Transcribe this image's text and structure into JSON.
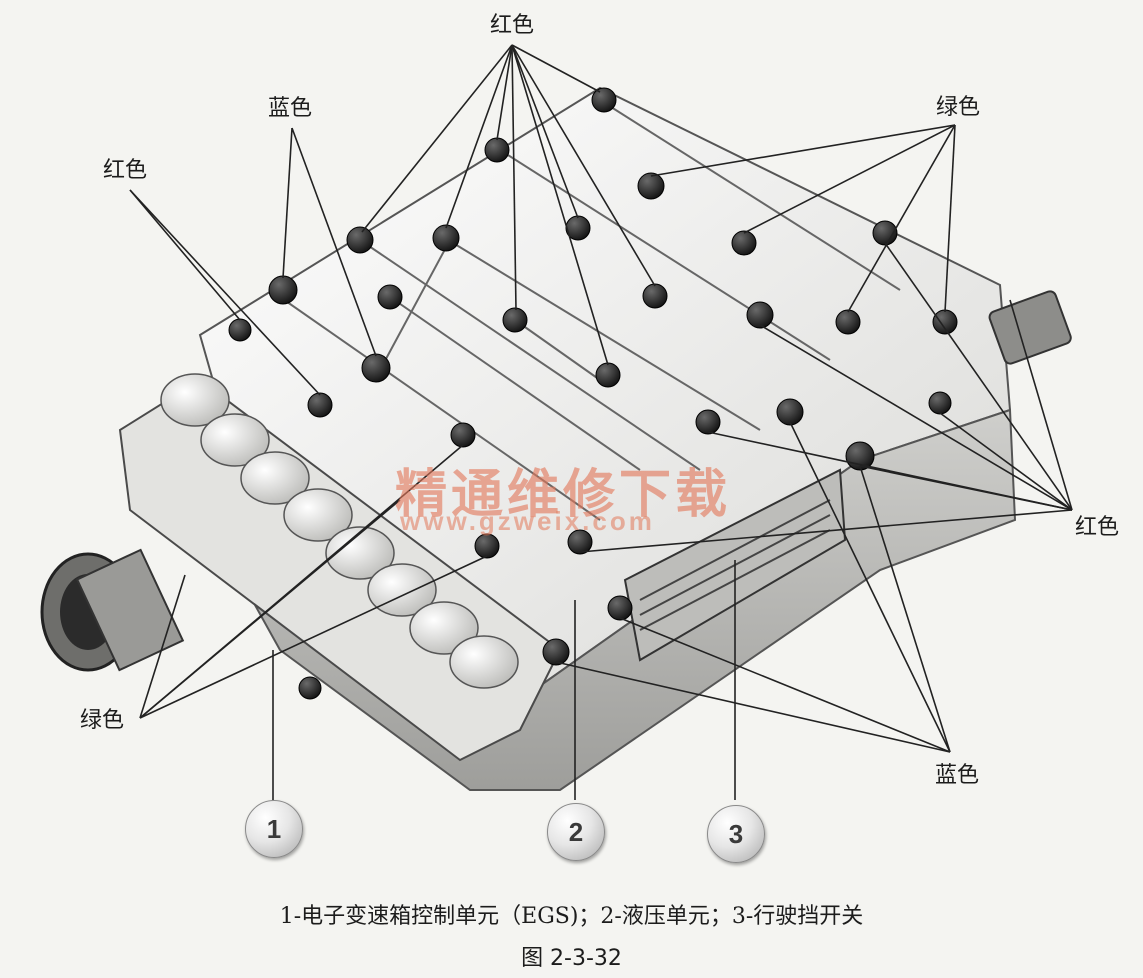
{
  "labels": {
    "red_top": "红色",
    "blue_top": "蓝色",
    "red_left": "红色",
    "green_right": "绿色",
    "red_right": "红色",
    "green_left": "绿色",
    "blue_bottom": "蓝色"
  },
  "callouts": [
    "1",
    "2",
    "3"
  ],
  "watermark": {
    "text_cn": "精通维修下载",
    "url": "www.gzweix.com"
  },
  "caption": "1-电子变速箱控制单元（EGS)；2-液压单元；3-行驶挡开关",
  "figure_number": "图 2-3-32",
  "colors": {
    "marker_dark": "#1f1f1f",
    "line": "#222222",
    "watermark": "#e2785a"
  }
}
